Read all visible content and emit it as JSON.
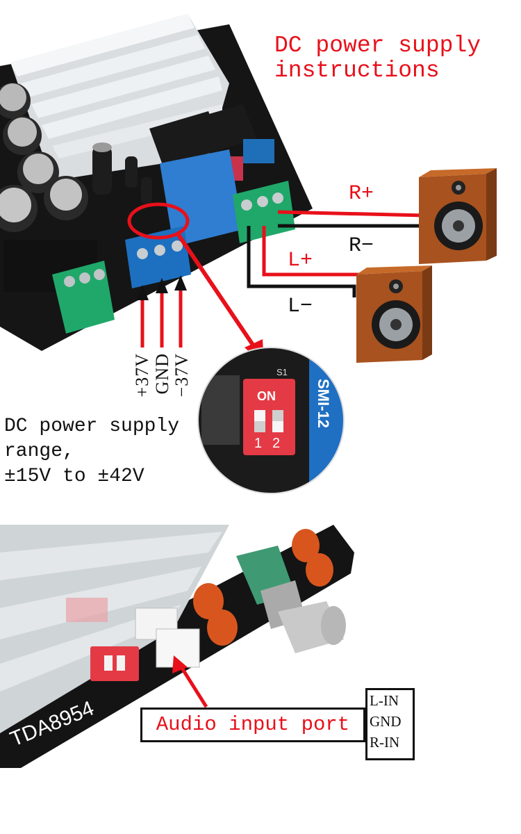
{
  "header": {
    "title": "DC power supply\ninstructions"
  },
  "speaker_labels": {
    "r_plus": "R+",
    "r_minus": "R−",
    "l_plus": "L+",
    "l_minus": "L−"
  },
  "power_terminals": {
    "pos": "+37V",
    "gnd": "GND",
    "neg": "−37V"
  },
  "dip_switch": {
    "on_label": "ON",
    "pos1": "1",
    "pos2": "2",
    "s1": "S1",
    "relay_text": "SMI-12"
  },
  "supply_range": "DC power supply\nrange,\n±15V to ±42V",
  "audio": {
    "label": "Audio input port",
    "pins": [
      "L-IN",
      "GND",
      "R-IN"
    ]
  },
  "board": {
    "chip": "TDA8954"
  },
  "colors": {
    "accent_red": "#e8101a",
    "pcb": "#151515",
    "terminal_blue": "#1d6fc0",
    "terminal_green": "#1fa86a"
  }
}
